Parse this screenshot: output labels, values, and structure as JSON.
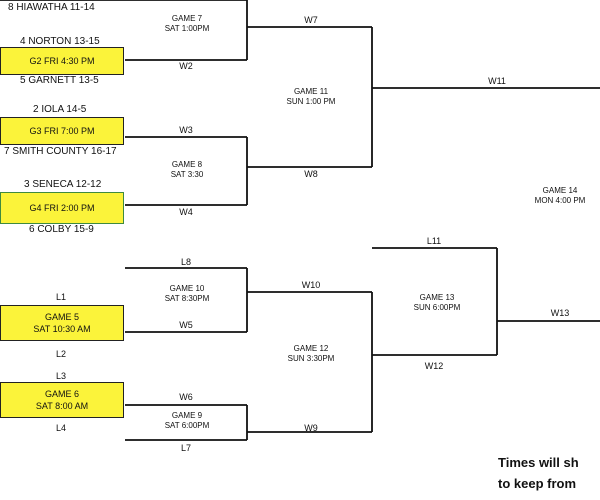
{
  "teams": {
    "hiawatha": "8 HIAWATHA 11-14",
    "norton": "4 NORTON 13-15",
    "garnett": "5 GARNETT 13-5",
    "iola": "2 IOLA 14-5",
    "smith_county": "7 SMITH COUNTY 16-17",
    "seneca": "3 SENECA 12-12",
    "colby": "6 COLBY 15-9"
  },
  "boxes": {
    "g2": "G2   FRI 4:30 PM",
    "g3": "G3   FRI  7:00 PM",
    "g4": "G4   FRI 2:00 PM",
    "game5": {
      "name": "GAME 5",
      "time": "SAT 10:30 AM"
    },
    "game6": {
      "name": "GAME 6",
      "time": "SAT 8:00 AM"
    }
  },
  "games": {
    "g7": {
      "name": "GAME 7",
      "time": "SAT 1:00PM"
    },
    "g8": {
      "name": "GAME 8",
      "time": "SAT 3:30"
    },
    "g9": {
      "name": "GAME 9",
      "time": "SAT 6:00PM"
    },
    "g10": {
      "name": "GAME 10",
      "time": "SAT 8:30PM"
    },
    "g11": {
      "name": "GAME 11",
      "time": "SUN 1:00 PM"
    },
    "g12": {
      "name": "GAME 12",
      "time": "SUN 3:30PM"
    },
    "g13": {
      "name": "GAME 13",
      "time": "SUN 6:00PM"
    },
    "g14": {
      "name": "GAME 14",
      "time": "MON 4:00 PM"
    }
  },
  "labels": {
    "w2": "W2",
    "w3": "W3",
    "w4": "W4",
    "w5": "W5",
    "w6": "W6",
    "w7": "W7",
    "w8": "W8",
    "w9": "W9",
    "w10": "W10",
    "w11": "W11",
    "w12": "W12",
    "w13": "W13",
    "l1": "L1",
    "l2": "L2",
    "l3": "L3",
    "l4": "L4",
    "l7": "L7",
    "l8": "L8",
    "l11": "L11"
  },
  "note": {
    "line1": "Times will sh",
    "line2": "to keep from"
  }
}
